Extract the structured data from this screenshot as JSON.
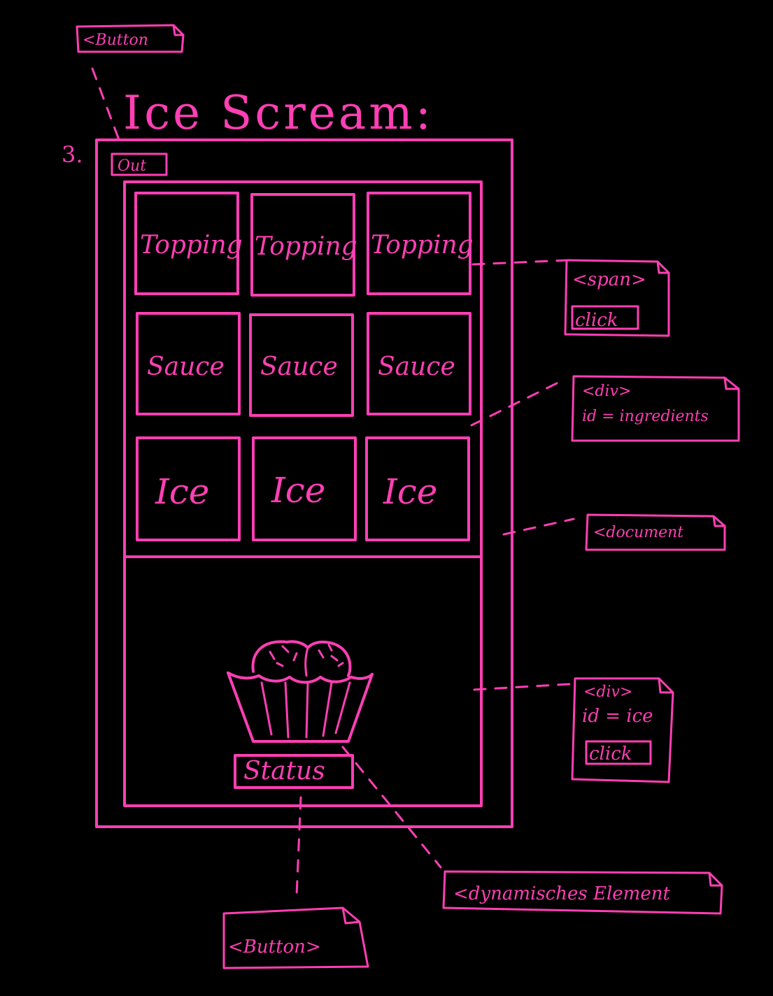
{
  "title": "Ice Scream:",
  "step_number": "3.",
  "top_note": "<Button",
  "out_button": "Out",
  "ingredients": {
    "rows": [
      [
        "Topping",
        "Topping",
        "Topping"
      ],
      [
        "Sauce",
        "Sauce",
        "Sauce"
      ],
      [
        "Ice",
        "Ice",
        "Ice"
      ]
    ]
  },
  "status_button": "Status",
  "notes": {
    "span": {
      "tag": "<span>",
      "event": "click"
    },
    "ingredients_div": {
      "tag": "<div>",
      "attr": "id = ingredients"
    },
    "document": {
      "tag": "<document"
    },
    "ice_div": {
      "tag": "<div>",
      "attr": "id = ice",
      "event": "click"
    },
    "dynamic": {
      "tag": "<dynamisches Element"
    },
    "button": {
      "tag": "<Button>"
    }
  },
  "colors": {
    "ink": "#ff3fb4",
    "background": "#000000"
  }
}
